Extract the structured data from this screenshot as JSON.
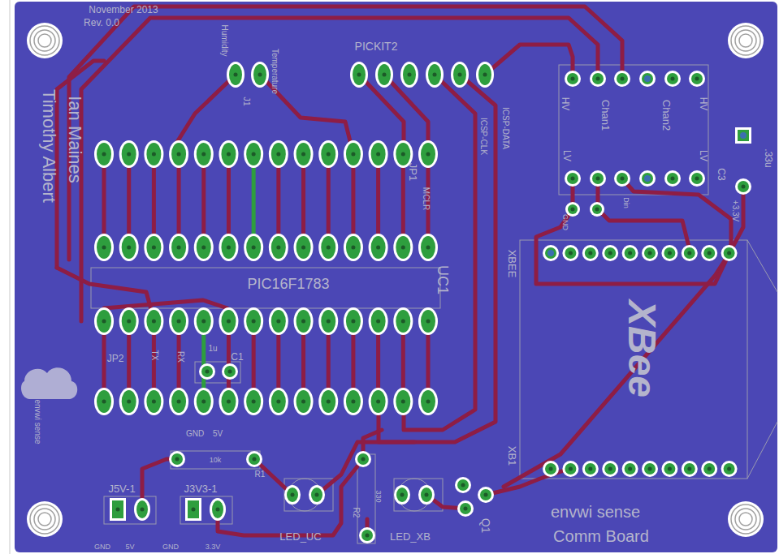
{
  "diagram": {
    "labels": [
      "November 2013",
      "Rev. 0.0",
      "Ian Maines",
      "Timothy Albert",
      "Humidity",
      "Temperature",
      "J1",
      "PICKIT2",
      "HV",
      "Chan1",
      "Chan2",
      "HV",
      "LV",
      "LV",
      "C3",
      ".33u",
      "+3.3V",
      "ICSP-CLK",
      "ICSP-DATA",
      "JP1",
      "MCLR",
      "GND",
      "Din",
      "UC1",
      "PIC16F1783",
      "XBEE",
      "XBee",
      "JP2",
      "TX",
      "RX",
      "1u",
      "C1",
      "GND",
      "5V",
      "10k",
      "R1",
      "330",
      "R2",
      "LED_UC",
      "LED_XB",
      "Q1",
      "XB1",
      "J5V-1",
      "J3V3-1",
      "GND",
      "5V",
      "GND",
      "3.3V",
      "envwi sense",
      "envwi sense",
      "Comm Board"
    ]
  }
}
